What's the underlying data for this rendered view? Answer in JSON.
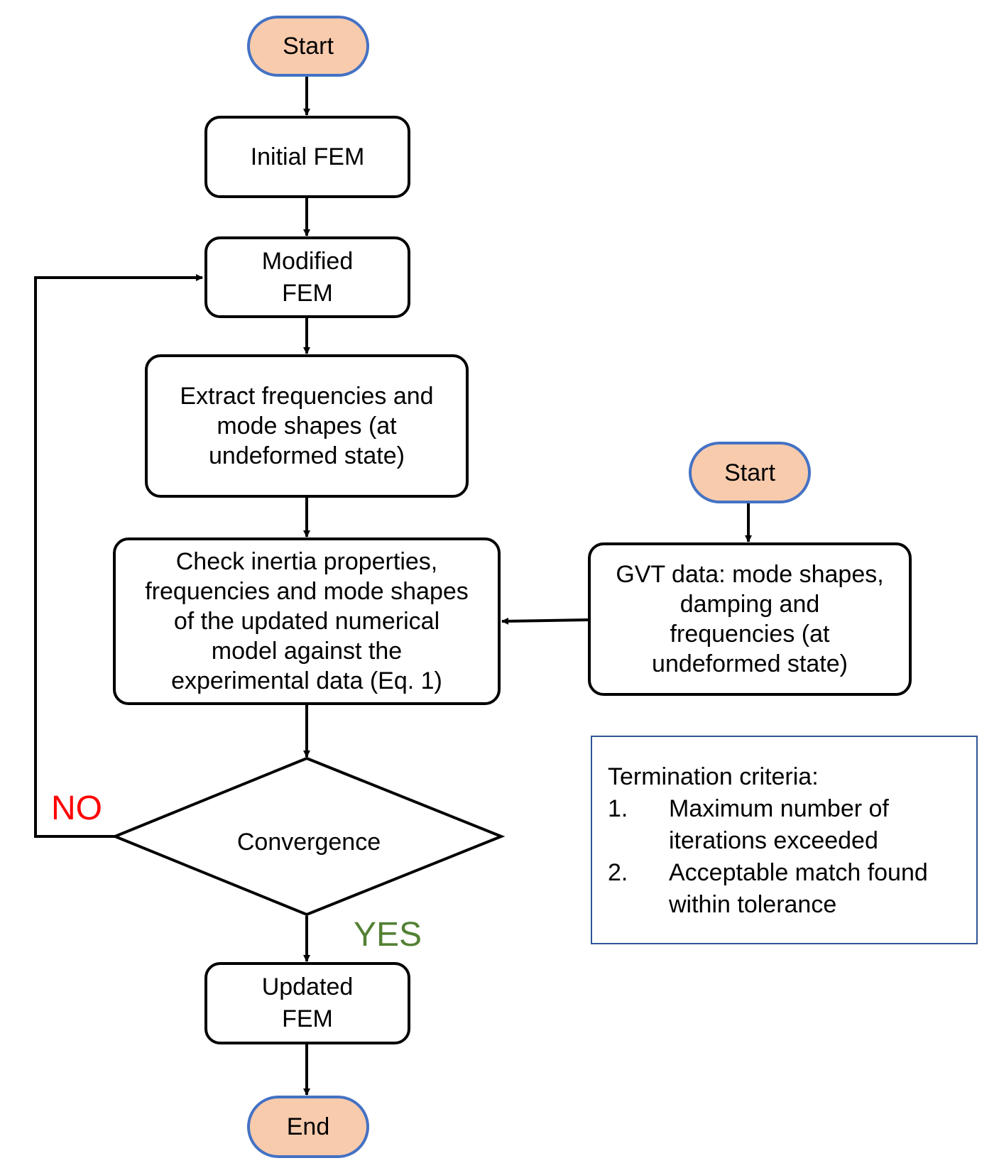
{
  "nodes": {
    "start_main": "Start",
    "initial_fem": "Initial FEM",
    "modified_fem": [
      "Modified",
      "FEM"
    ],
    "extract": [
      "Extract frequencies and",
      "mode shapes (at",
      "undeformed state)"
    ],
    "check": [
      "Check inertia properties,",
      "frequencies and mode shapes",
      "of the updated numerical",
      "model against the",
      "experimental data (Eq. 1)"
    ],
    "convergence": "Convergence",
    "updated_fem": [
      "Updated",
      "FEM"
    ],
    "end": "End",
    "start_gvt": "Start",
    "gvt": [
      "GVT data: mode shapes,",
      "damping and",
      "frequencies (at",
      "undeformed state)"
    ]
  },
  "branches": {
    "no": "NO",
    "yes": "YES"
  },
  "note": {
    "title": "Termination criteria:",
    "items": [
      {
        "num": "1.",
        "lines": [
          "Maximum number of",
          "iterations exceeded"
        ]
      },
      {
        "num": "2.",
        "lines": [
          "Acceptable match found",
          "within tolerance"
        ]
      }
    ]
  },
  "colors": {
    "terminal_fill": "#f8cbad",
    "terminal_border": "#4472c4",
    "no_label": "#ff0000",
    "yes_label": "#538135",
    "note_border": "#2f5597"
  }
}
